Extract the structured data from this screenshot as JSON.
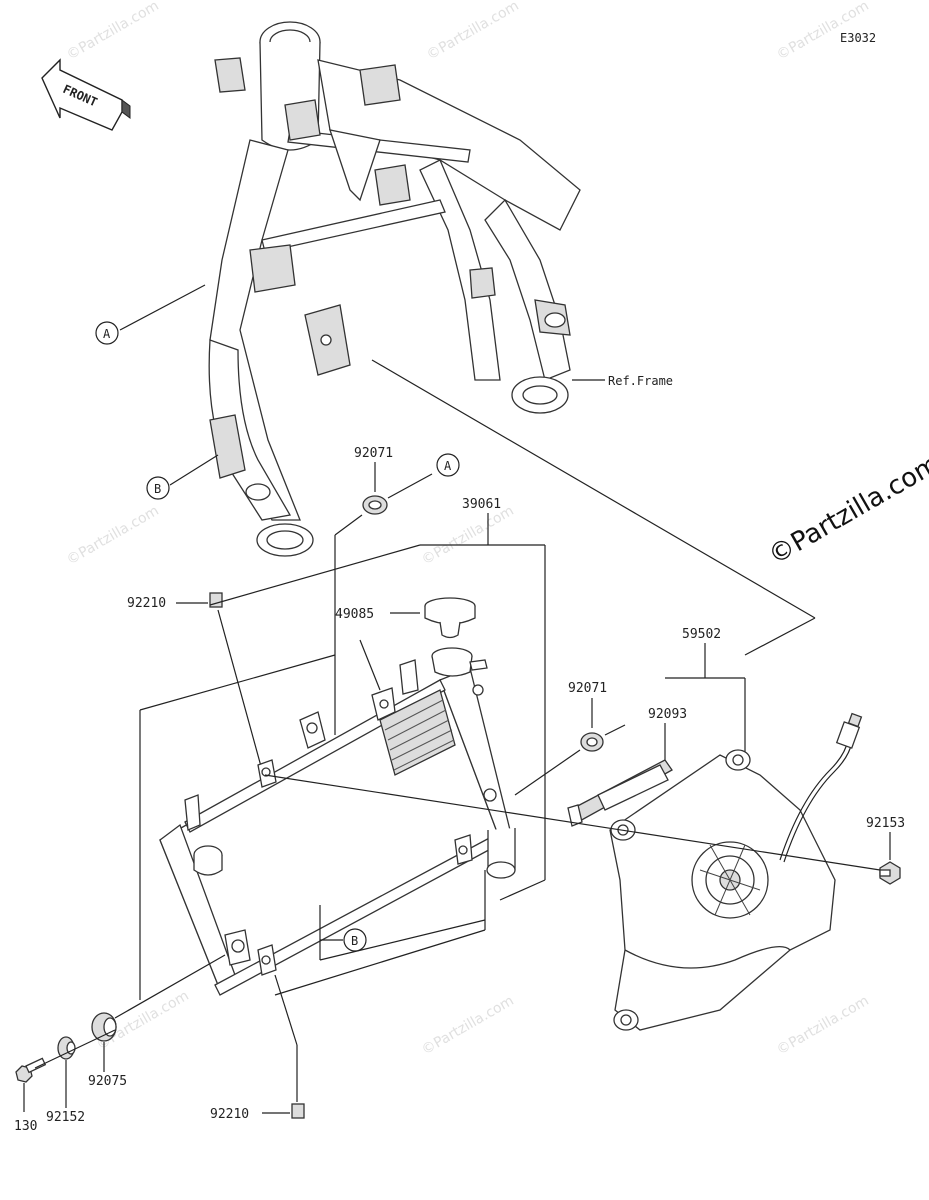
{
  "diagram_code": "E3032",
  "front_label": "FRONT",
  "ref_frame_label": "Ref.Frame",
  "callout_a": "A",
  "callout_b": "B",
  "watermark": "©Partzilla.com",
  "parts": {
    "p92071_top": "92071",
    "p39061": "39061",
    "p92210_top": "92210",
    "p49085": "49085",
    "p59502": "59502",
    "p92071_mid": "92071",
    "p92093": "92093",
    "p92153": "92153",
    "p92075": "92075",
    "p92210_bottom": "92210",
    "p92152": "92152",
    "p130": "130"
  }
}
